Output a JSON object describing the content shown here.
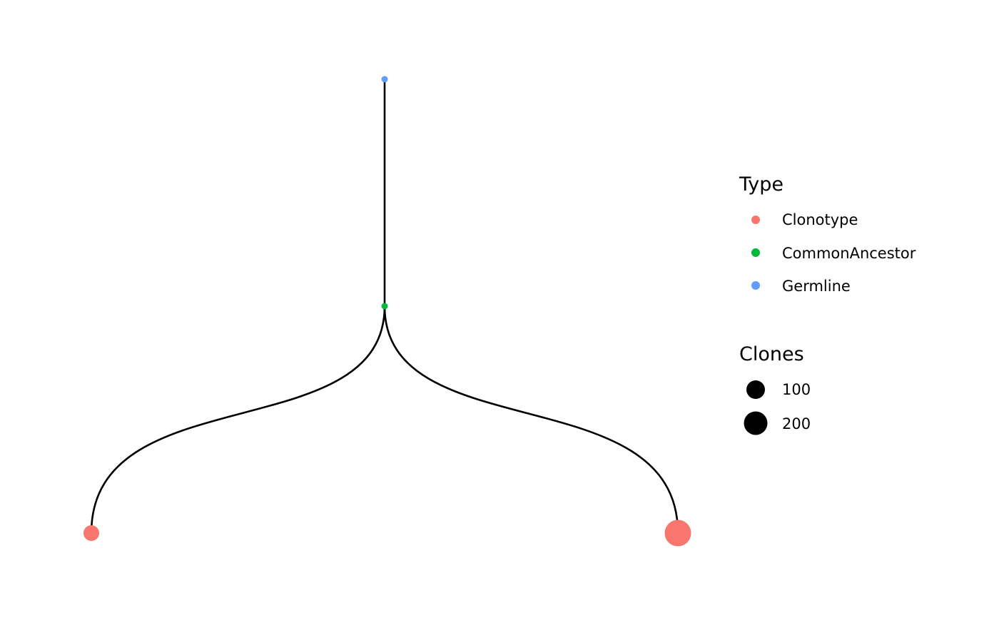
{
  "tree": {
    "nodes": [
      {
        "id": "germline",
        "type": "Germline",
        "clones": null
      },
      {
        "id": "common-ancestor",
        "type": "CommonAncestor",
        "clones": null
      },
      {
        "id": "clonotype-1",
        "type": "Clonotype",
        "clones": 100
      },
      {
        "id": "clonotype-2",
        "type": "Clonotype",
        "clones": 200
      }
    ],
    "edges": [
      {
        "from": "germline",
        "to": "common-ancestor"
      },
      {
        "from": "common-ancestor",
        "to": "clonotype-1"
      },
      {
        "from": "common-ancestor",
        "to": "clonotype-2"
      }
    ]
  },
  "legend": {
    "type": {
      "title": "Type",
      "items": [
        {
          "label": "Clonotype",
          "color": "#F8766D"
        },
        {
          "label": "CommonAncestor",
          "color": "#00BA38"
        },
        {
          "label": "Germline",
          "color": "#619CFF"
        }
      ]
    },
    "clones": {
      "title": "Clones",
      "items": [
        {
          "label": "100",
          "value": 100
        },
        {
          "label": "200",
          "value": 200
        }
      ]
    }
  }
}
